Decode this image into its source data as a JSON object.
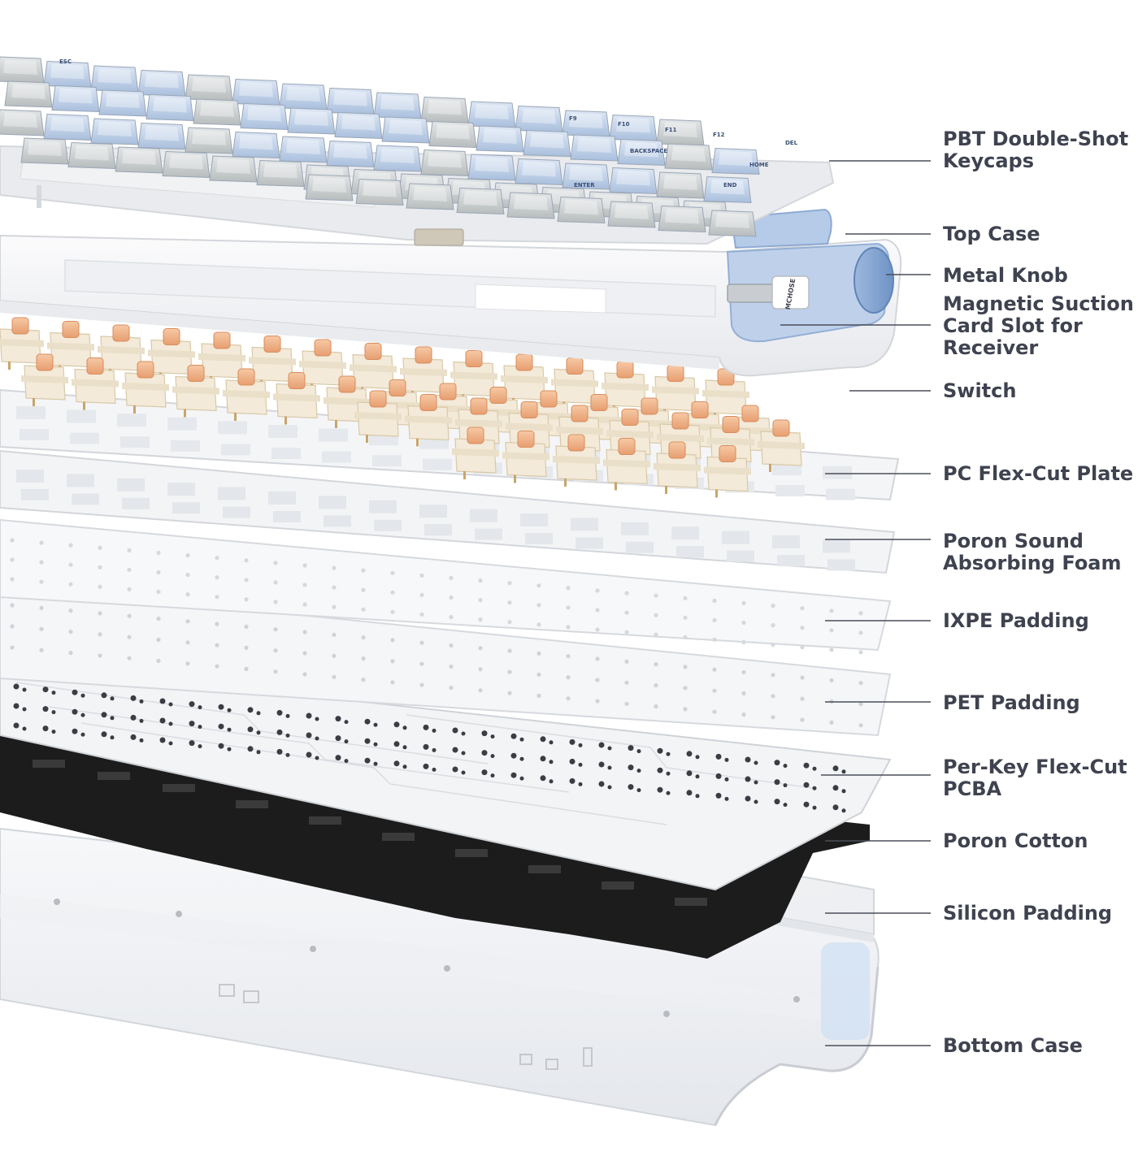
{
  "colors": {
    "label": "#3f4350",
    "leader": "#4a4e5a",
    "keycap_blue": "#c9d8ee",
    "keycap_blue_dark": "#a9bfdd",
    "keycap_gray": "#c3c8c9",
    "frame_white": "#f4f5f7",
    "switch_stem": "#f1b58c",
    "switch_housing": "#f3ead9",
    "pcb_black": "#1a1a1a",
    "accent_blue": "#7fa3d3"
  },
  "keycap_legends": {
    "esc": "ESC",
    "f9": "F9",
    "f10": "F10",
    "f11": "F11",
    "f12": "F12",
    "del": "DEL",
    "backspace": "BACKSPACE",
    "home": "HOME",
    "enter": "ENTER",
    "end": "END",
    "receiver_brand": "MCHOSE"
  },
  "callouts": [
    {
      "id": "keycaps",
      "lines": [
        "PBT Double-Shot",
        "Keycaps"
      ]
    },
    {
      "id": "top-case",
      "lines": [
        "Top Case"
      ]
    },
    {
      "id": "metal-knob",
      "lines": [
        "Metal Knob"
      ]
    },
    {
      "id": "card-slot",
      "lines": [
        "Magnetic Suction",
        "Card Slot for",
        "Receiver"
      ]
    },
    {
      "id": "switch",
      "lines": [
        "Switch"
      ]
    },
    {
      "id": "plate",
      "lines": [
        "PC Flex-Cut Plate"
      ]
    },
    {
      "id": "sound-foam",
      "lines": [
        "Poron Sound",
        "Absorbing Foam"
      ]
    },
    {
      "id": "ixpe",
      "lines": [
        "IXPE Padding"
      ]
    },
    {
      "id": "pet",
      "lines": [
        "PET Padding"
      ]
    },
    {
      "id": "pcba",
      "lines": [
        "Per-Key Flex-Cut",
        "PCBA"
      ]
    },
    {
      "id": "poron-cotton",
      "lines": [
        "Poron Cotton"
      ]
    },
    {
      "id": "silicon",
      "lines": [
        "Silicon Padding"
      ]
    },
    {
      "id": "bottom-case",
      "lines": [
        "Bottom Case"
      ]
    }
  ]
}
